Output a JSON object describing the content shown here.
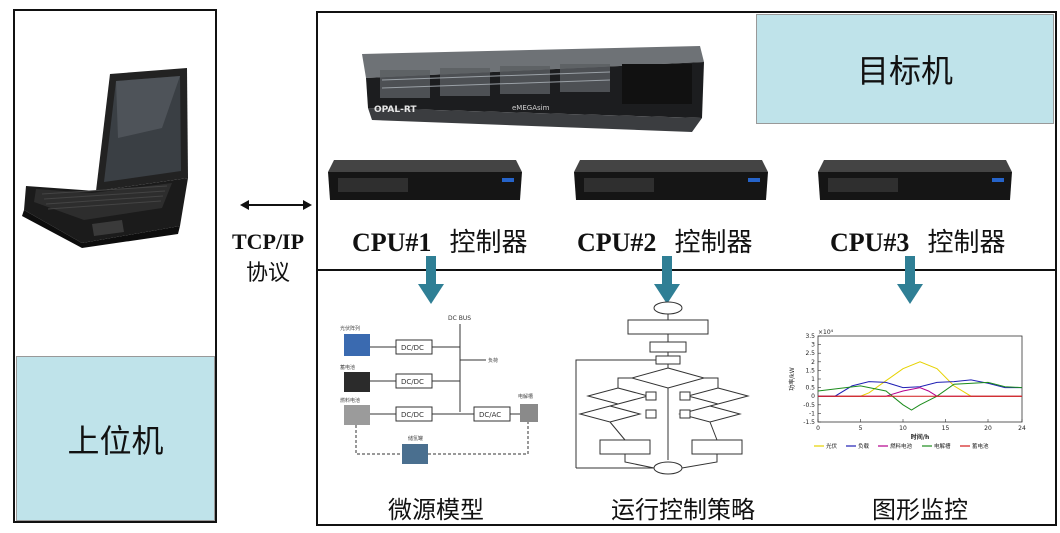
{
  "host": {
    "label": "上位机"
  },
  "target": {
    "label": "目标机"
  },
  "protocol": {
    "line1": "TCP/IP",
    "line2": "协议"
  },
  "cpus": [
    {
      "id": "CPU#1",
      "role": "控制器"
    },
    {
      "id": "CPU#2",
      "role": "控制器"
    },
    {
      "id": "CPU#3",
      "role": "控制器"
    }
  ],
  "captions": [
    "微源模型",
    "运行控制策略",
    "图形监控"
  ],
  "device": {
    "brand": "OPAL-RT",
    "model": "eMEGAsim"
  },
  "microsource": {
    "bus": "DC BUS",
    "blocks": [
      "DC/DC",
      "DC/DC",
      "DC/DC",
      "DC/AC"
    ],
    "labels": [
      "光伏阵列",
      "蓄电池",
      "燃料电池",
      "负荷",
      "电解槽",
      "储氢罐"
    ]
  },
  "chart_data": {
    "type": "line",
    "xlabel": "时间/h",
    "ylabel": "功率/kW",
    "xlim": [
      0,
      24
    ],
    "ylim": [
      -1.5,
      3.5
    ],
    "xticks": [
      0,
      5,
      10,
      15,
      20,
      24
    ],
    "yticks": [
      -1.5,
      -1,
      -0.5,
      0,
      0.5,
      1,
      1.5,
      2,
      2.5,
      3,
      3.5
    ],
    "exponent": "×10⁴",
    "legend": [
      "光伏",
      "负载",
      "燃料电池",
      "电解槽",
      "蓄电池"
    ],
    "series": [
      {
        "name": "光伏",
        "color": "#e6d200",
        "x": [
          0,
          5,
          6,
          8,
          10,
          12,
          14,
          16,
          18,
          20,
          24
        ],
        "y": [
          0,
          0,
          0.2,
          0.9,
          1.6,
          2.0,
          1.6,
          0.6,
          0,
          0,
          0
        ]
      },
      {
        "name": "负载",
        "color": "#1f1fb4",
        "x": [
          0,
          2,
          4,
          6,
          8,
          10,
          12,
          14,
          16,
          18,
          20,
          22,
          24
        ],
        "y": [
          0,
          0,
          0.6,
          0.85,
          0.8,
          0.5,
          0.55,
          0.8,
          0.85,
          0.95,
          0.75,
          0.5,
          0.5
        ]
      },
      {
        "name": "燃料电池",
        "color": "#b4008c",
        "x": [
          0,
          8,
          10,
          12,
          13,
          14,
          16,
          24
        ],
        "y": [
          0,
          0,
          0.3,
          0.5,
          0.3,
          0,
          0,
          0
        ]
      },
      {
        "name": "电解槽",
        "color": "#1c8c1c",
        "x": [
          0,
          5,
          8,
          10,
          11,
          12,
          14,
          16,
          20,
          22,
          24
        ],
        "y": [
          0.3,
          0.6,
          0.3,
          -0.5,
          -0.8,
          -0.5,
          0,
          0.7,
          0.8,
          0.55,
          0.5
        ]
      },
      {
        "name": "蓄电池",
        "color": "#d11a1a",
        "x": [
          0,
          24
        ],
        "y": [
          0,
          0
        ]
      }
    ]
  }
}
